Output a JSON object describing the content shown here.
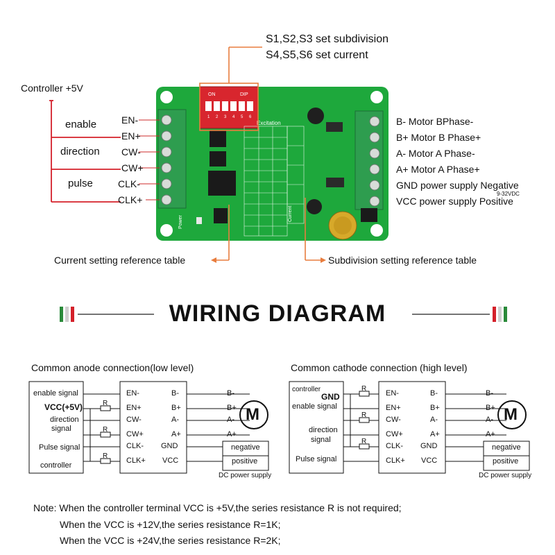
{
  "top": {
    "dip_callout": {
      "line1": "S1,S2,S3 set subdivision",
      "line2": "S4,S5,S6 set current"
    },
    "controller_label": "Controller +5V",
    "left_groups": [
      "enable",
      "direction",
      "pulse"
    ],
    "left_pins": [
      "EN-",
      "EN+",
      "CW-",
      "CW+",
      "CLK-",
      "CLK+"
    ],
    "right_pins": [
      {
        "pin": "B-",
        "desc": "Motor BPhase-"
      },
      {
        "pin": "B+",
        "desc": "Motor B Phase+"
      },
      {
        "pin": "A-",
        "desc": "Motor A Phase-"
      },
      {
        "pin": "A+",
        "desc": "Motor A Phase+"
      },
      {
        "pin": "GND",
        "desc": "power supply Negative"
      },
      {
        "pin": "VCC",
        "desc": "power supply Positive"
      }
    ],
    "voltage_range": "9-32VDC",
    "current_table_label": "Current setting reference table",
    "subdivision_table_label": "Subdivision setting reference table",
    "pcb": {
      "dip_on": "ON",
      "dip_dip": "DIP",
      "dip_numbers": [
        "1",
        "2",
        "3",
        "4",
        "5",
        "6"
      ],
      "excitation": "Excitation",
      "current": "Current",
      "power": "Power"
    }
  },
  "wiring_title": "WIRING DIAGRAM",
  "anode": {
    "title": "Common anode connection(low level)",
    "controller_labels": [
      "enable signal",
      "VCC(+5V)",
      "direction",
      "signal",
      "Pulse signal",
      "controller"
    ],
    "resistor": "R",
    "driver_left": [
      "EN-",
      "EN+",
      "CW-",
      "CW+",
      "CLK-",
      "CLK+"
    ],
    "driver_right": [
      "B-",
      "B+",
      "A-",
      "A+",
      "GND",
      "VCC"
    ],
    "motor_pins": [
      "B-",
      "B+",
      "A-",
      "A+"
    ],
    "motor": "M",
    "psu": [
      "negative",
      "positive"
    ],
    "psu_label": "DC power supply"
  },
  "cathode": {
    "title": "Common cathode connection (high level)",
    "controller_labels": [
      "controller",
      "GND",
      "enable signal",
      "direction",
      "signal",
      "Pulse signal"
    ],
    "resistor": "R",
    "driver_left": [
      "EN-",
      "EN+",
      "CW-",
      "CW+",
      "CLK-",
      "CLK+"
    ],
    "driver_right": [
      "B-",
      "B+",
      "A-",
      "A+",
      "GND",
      "VCC"
    ],
    "motor_pins": [
      "B-",
      "B+",
      "A-",
      "A+"
    ],
    "motor": "M",
    "psu": [
      "negative",
      "positive"
    ],
    "psu_label": "DC power supply"
  },
  "note": {
    "line1": "Note: When the controller terminal VCC is +5V,the series resistance R is not required;",
    "line2": "When the VCC is +12V,the series resistance R=1K;",
    "line3": "When the VCC is +24V,the series resistance R=2K;"
  },
  "colors": {
    "pcb": "#1ea83c",
    "terminal": "#2e9d4f",
    "callout": "#e87d3e",
    "red": "#d4202a",
    "flag_green": "#2a8a3a"
  }
}
